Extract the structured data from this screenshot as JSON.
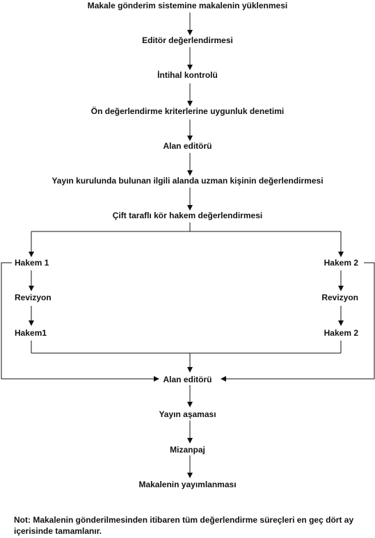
{
  "steps": {
    "s1": "Makale gönderim sistemine makalenin yüklenmesi",
    "s2": "Editör değerlendirmesi",
    "s3": "İntihal kontrolü",
    "s4": "Ön değerlendirme kriterlerine uygunluk denetimi",
    "s5": "Alan editörü",
    "s6": "Yayın kurulunda bulunan ilgili alanda uzman kişinin değerlendirmesi",
    "s7": "Çift taraflı kör hakem değerlendirmesi",
    "left": {
      "reviewer": "Hakem 1",
      "revision": "Revizyon",
      "reviewer2": "Hakem1"
    },
    "right": {
      "reviewer": "Hakem 2",
      "revision": "Revizyon",
      "reviewer2": "Hakem 2"
    },
    "s8": "Alan editörü",
    "s9": "Yayın aşaması",
    "s10": "Mizanpaj",
    "s11": "Makalenin yayımlanması"
  },
  "note": "Not: Makalenin gönderilmesinden itibaren tüm değerlendirme süreçleri en geç dört ay içerisinde tamamlanır."
}
